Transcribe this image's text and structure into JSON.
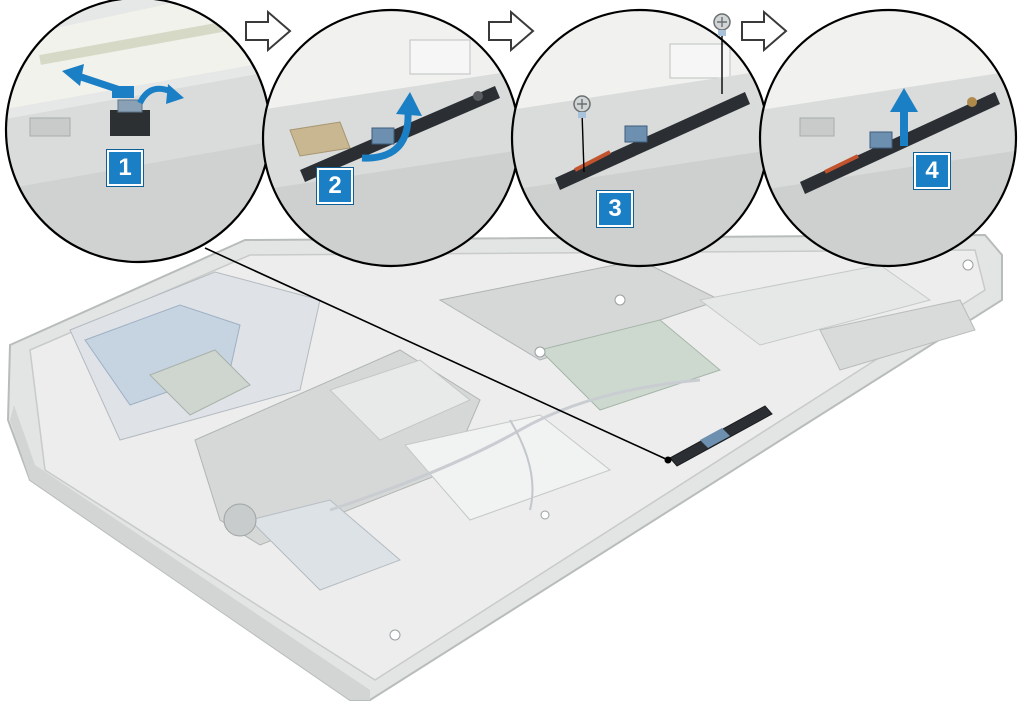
{
  "steps": [
    {
      "number": "1"
    },
    {
      "number": "2"
    },
    {
      "number": "3"
    },
    {
      "number": "4"
    }
  ],
  "colors": {
    "callout_accent": "#1a7fc4",
    "arrow_outline": "#3a3a3a",
    "chassis": "#e2e4e3",
    "module": "#2b2f33"
  },
  "icons": [
    "flow-arrow-icon",
    "screw-icon",
    "lift-arrow-icon",
    "pull-arrow-icon",
    "rotate-arrow-icon"
  ]
}
